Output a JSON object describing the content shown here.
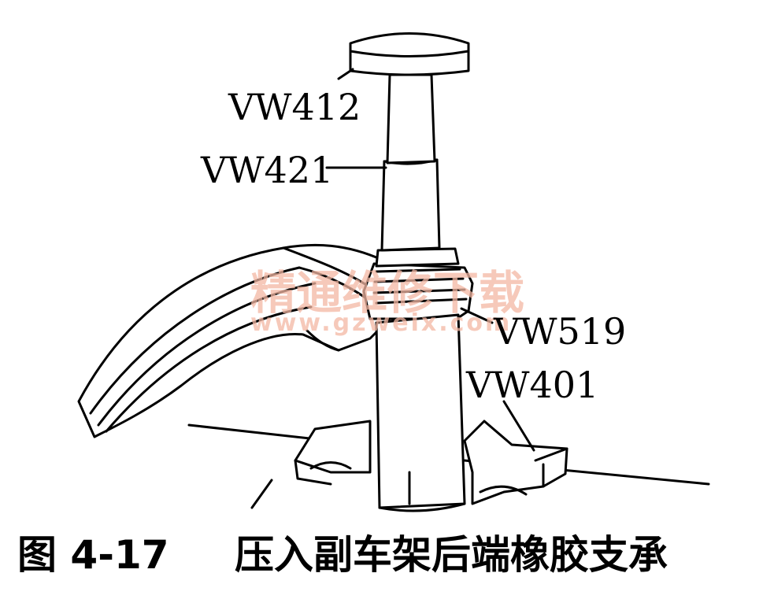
{
  "figure": {
    "labels": {
      "vw412": "VW412",
      "vw421": "VW421",
      "vw519": "VW519",
      "vw401": "VW401"
    },
    "watermark": {
      "text": "精通维修下载",
      "url": "www.gzweix.com"
    },
    "caption": {
      "number": "图 4-17",
      "title": "压入副车架后端橡胶支承"
    }
  }
}
